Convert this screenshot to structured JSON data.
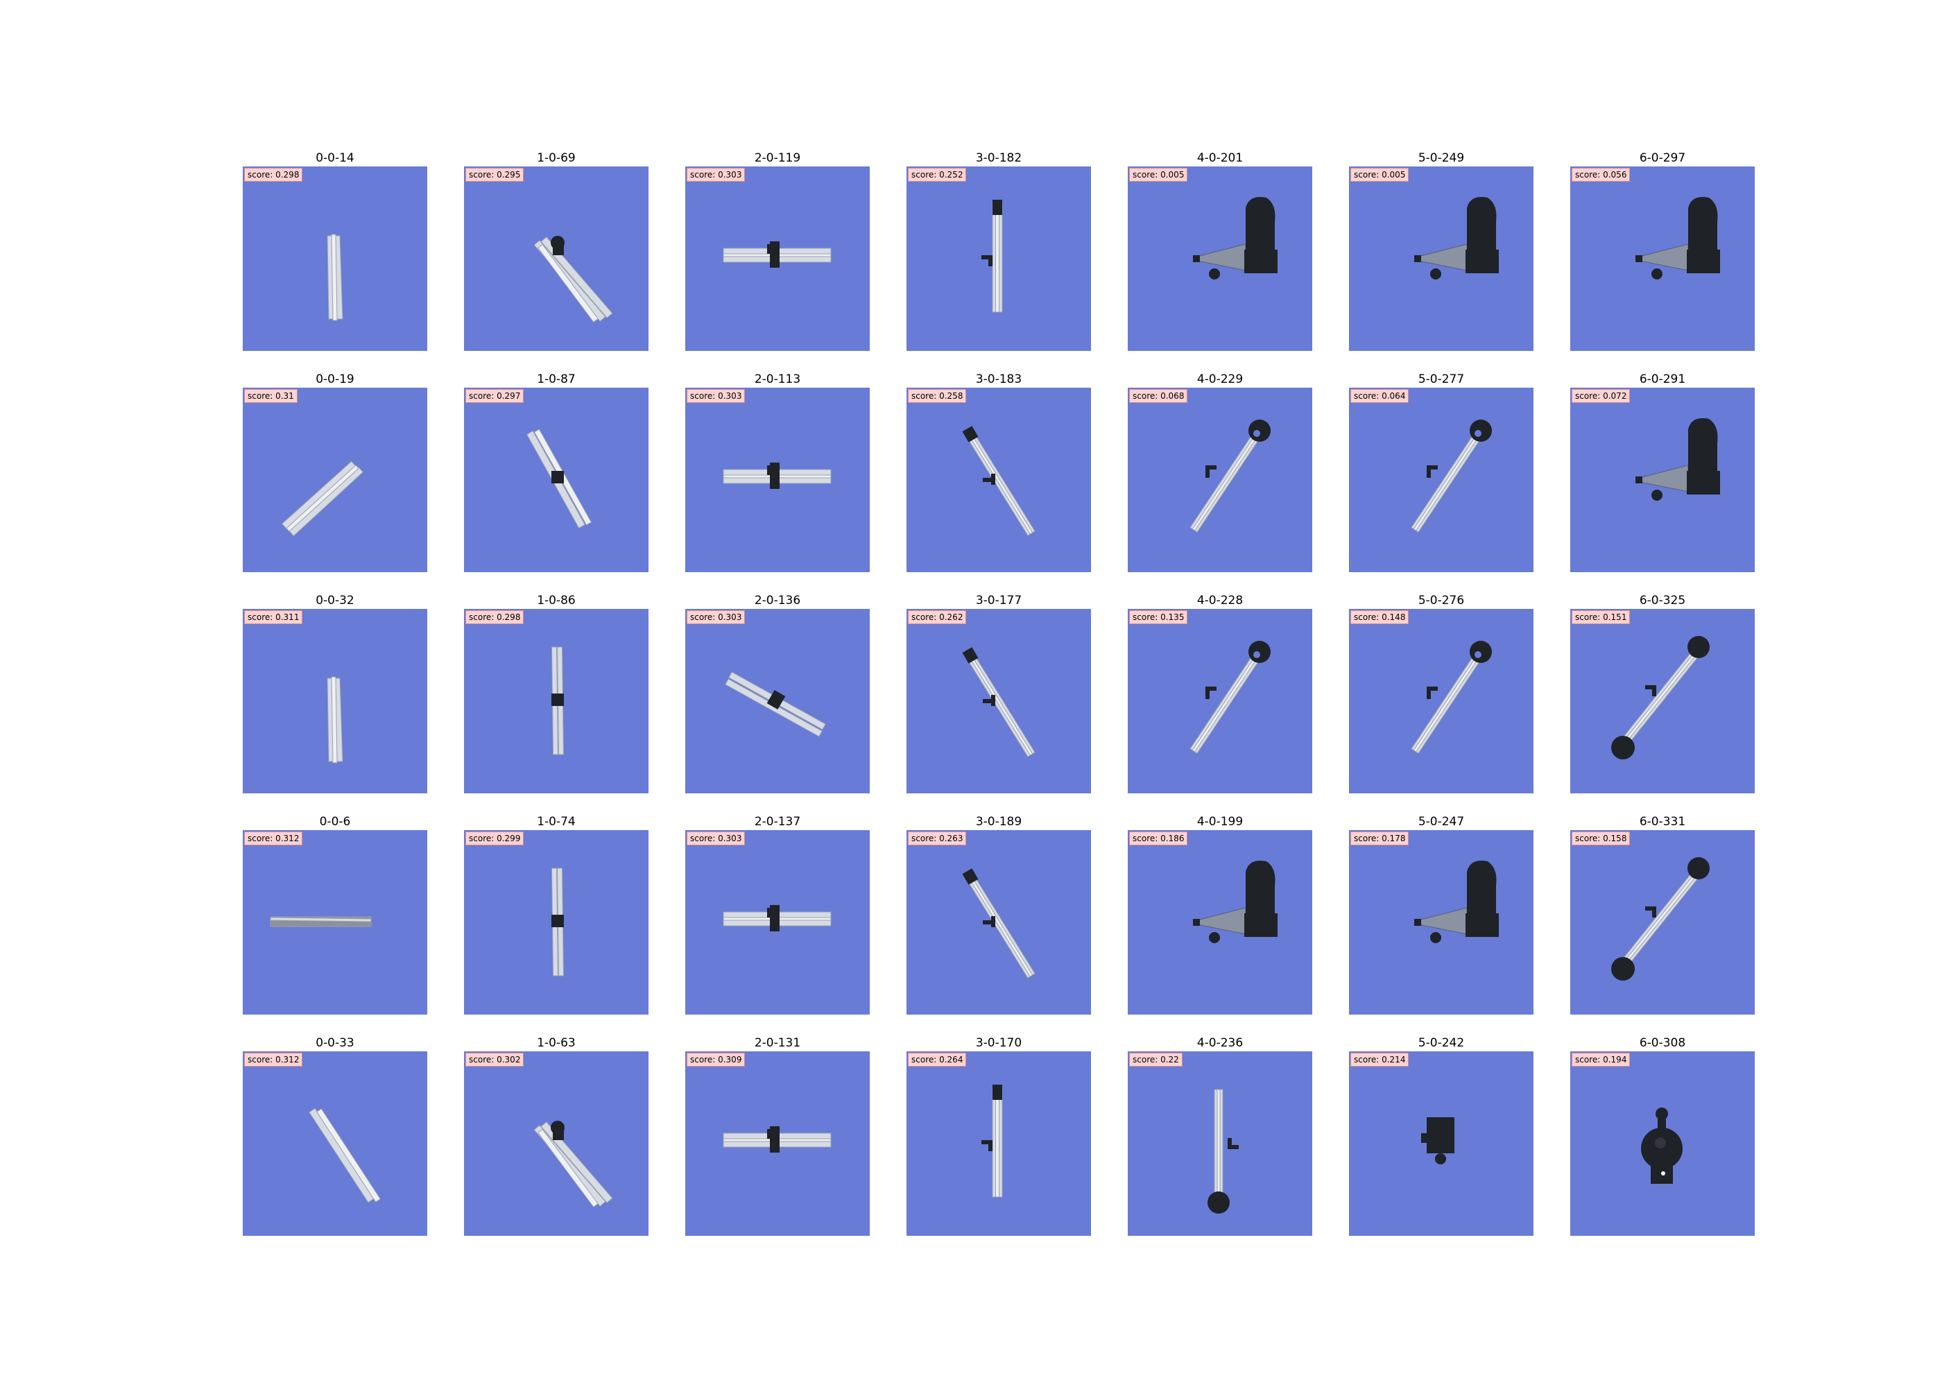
{
  "colors": {
    "background": "#ffffff",
    "render_background": "#677bd7",
    "score_badge_fill": "#fbd3d3",
    "score_badge_border": "#d98a8a",
    "aluminum_rail": "#d7dbe3",
    "dark_part": "#1f2227",
    "grey_part": "#8b93a3"
  },
  "columns": [
    {
      "cells": [
        {
          "title": "0-0-14",
          "score": "score: 0.298",
          "part": "rail-cluster-vertical-icon"
        },
        {
          "title": "0-0-19",
          "score": "score: 0.31",
          "part": "rail-cluster-diagonal-icon"
        },
        {
          "title": "0-0-32",
          "score": "score: 0.311",
          "part": "rail-cluster-vertical-icon"
        },
        {
          "title": "0-0-6",
          "score": "score: 0.312",
          "part": "rail-horizontal-icon"
        },
        {
          "title": "0-0-33",
          "score": "score: 0.312",
          "part": "rail-diagonal-icon"
        }
      ]
    },
    {
      "cells": [
        {
          "title": "1-0-69",
          "score": "score: 0.295",
          "part": "rail-with-knob-icon"
        },
        {
          "title": "1-0-87",
          "score": "score: 0.297",
          "part": "rail-with-bracket-icon"
        },
        {
          "title": "1-0-86",
          "score": "score: 0.298",
          "part": "rail-with-bracket-vertical-icon"
        },
        {
          "title": "1-0-74",
          "score": "score: 0.299",
          "part": "rail-with-bracket-vertical-icon"
        },
        {
          "title": "1-0-63",
          "score": "score: 0.302",
          "part": "rail-with-knob-icon"
        }
      ]
    },
    {
      "cells": [
        {
          "title": "2-0-119",
          "score": "score: 0.303",
          "part": "rail-with-clamp-horizontal-icon"
        },
        {
          "title": "2-0-113",
          "score": "score: 0.303",
          "part": "rail-with-clamp-horizontal-icon"
        },
        {
          "title": "2-0-136",
          "score": "score: 0.303",
          "part": "rail-with-clamp-diagonal-icon"
        },
        {
          "title": "2-0-137",
          "score": "score: 0.303",
          "part": "rail-with-clamp-horizontal-icon"
        },
        {
          "title": "2-0-131",
          "score": "score: 0.309",
          "part": "rail-with-clamp-horizontal-icon"
        }
      ]
    },
    {
      "cells": [
        {
          "title": "3-0-182",
          "score": "score: 0.252",
          "part": "rail-with-peg-vertical-icon"
        },
        {
          "title": "3-0-183",
          "score": "score: 0.258",
          "part": "rail-with-peg-diagonal-icon"
        },
        {
          "title": "3-0-177",
          "score": "score: 0.262",
          "part": "rail-with-peg-diagonal-icon"
        },
        {
          "title": "3-0-189",
          "score": "score: 0.263",
          "part": "rail-with-peg-diagonal-icon"
        },
        {
          "title": "3-0-170",
          "score": "score: 0.264",
          "part": "rail-with-peg-vertical-icon"
        }
      ]
    },
    {
      "cells": [
        {
          "title": "4-0-201",
          "score": "score: 0.005",
          "part": "mount-housing-icon"
        },
        {
          "title": "4-0-229",
          "score": "score: 0.068",
          "part": "rail-with-joint-diagonal-icon"
        },
        {
          "title": "4-0-228",
          "score": "score: 0.135",
          "part": "rail-with-joint-diagonal-icon"
        },
        {
          "title": "4-0-199",
          "score": "score: 0.186",
          "part": "mount-housing-icon"
        },
        {
          "title": "4-0-236",
          "score": "score: 0.22",
          "part": "rail-with-joint-vertical-icon"
        }
      ]
    },
    {
      "cells": [
        {
          "title": "5-0-249",
          "score": "score: 0.005",
          "part": "mount-housing-icon"
        },
        {
          "title": "5-0-277",
          "score": "score: 0.064",
          "part": "rail-with-joint-diagonal-icon"
        },
        {
          "title": "5-0-276",
          "score": "score: 0.148",
          "part": "rail-with-joint-diagonal-icon"
        },
        {
          "title": "5-0-247",
          "score": "score: 0.178",
          "part": "mount-housing-icon"
        },
        {
          "title": "5-0-242",
          "score": "score: 0.214",
          "part": "small-block-icon"
        }
      ]
    },
    {
      "cells": [
        {
          "title": "6-0-297",
          "score": "score: 0.056",
          "part": "mount-housing-icon"
        },
        {
          "title": "6-0-291",
          "score": "score: 0.072",
          "part": "mount-housing-icon"
        },
        {
          "title": "6-0-325",
          "score": "score: 0.151",
          "part": "rail-double-joint-icon"
        },
        {
          "title": "6-0-331",
          "score": "score: 0.158",
          "part": "rail-double-joint-icon"
        },
        {
          "title": "6-0-308",
          "score": "score: 0.194",
          "part": "hub-top-view-icon"
        }
      ]
    }
  ]
}
